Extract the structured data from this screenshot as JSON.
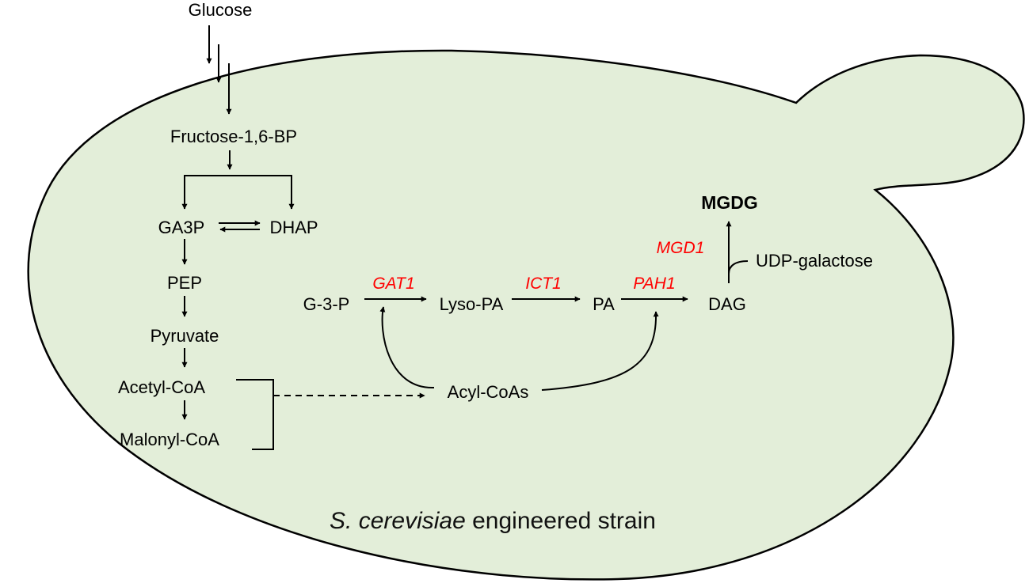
{
  "colors": {
    "cell_fill": "#e3eed9",
    "cell_stroke": "#000000",
    "enzyme": "#ff0000",
    "text": "#000000"
  },
  "nodes": {
    "glucose": "Glucose",
    "fructose": "Fructose-1,6-BP",
    "ga3p": "GA3P",
    "dhap": "DHAP",
    "pep": "PEP",
    "pyruvate": "Pyruvate",
    "acetyl_coa": "Acetyl-CoA",
    "malonyl_coa": "Malonyl-CoA",
    "g3p": "G-3-P",
    "lyso_pa": "Lyso-PA",
    "pa": "PA",
    "dag": "DAG",
    "mgdg": "MGDG",
    "udp_galactose": "UDP-galactose",
    "acyl_coas": "Acyl-CoAs"
  },
  "enzymes": {
    "gat1": "GAT1",
    "ict1": "ICT1",
    "pah1": "PAH1",
    "mgd1": "MGD1"
  },
  "caption": {
    "species": "S. cerevisiae",
    "rest": " engineered strain"
  }
}
